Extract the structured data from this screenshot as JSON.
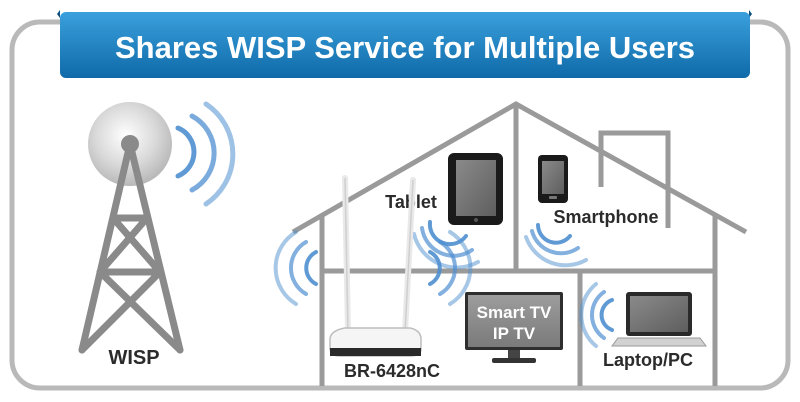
{
  "banner": {
    "title": "Shares WISP Service for Multiple Users",
    "color": "#1a7fc1"
  },
  "tower": {
    "label": "WISP",
    "icon": "radio-tower-icon"
  },
  "router": {
    "label": "BR-6428nC",
    "icon": "wireless-router-icon"
  },
  "devices": {
    "tablet": {
      "label": "Tablet",
      "icon": "tablet-icon"
    },
    "smartphone": {
      "label": "Smartphone",
      "icon": "smartphone-icon"
    },
    "tv": {
      "label_line1": "Smart TV",
      "label_line2": "IP TV",
      "icon": "monitor-icon"
    },
    "laptop": {
      "label": "Laptop/PC",
      "icon": "laptop-icon"
    }
  },
  "colors": {
    "frame": "#b9b9b9",
    "house_line": "#9a9a9a",
    "signal": "#4f8fd0"
  }
}
